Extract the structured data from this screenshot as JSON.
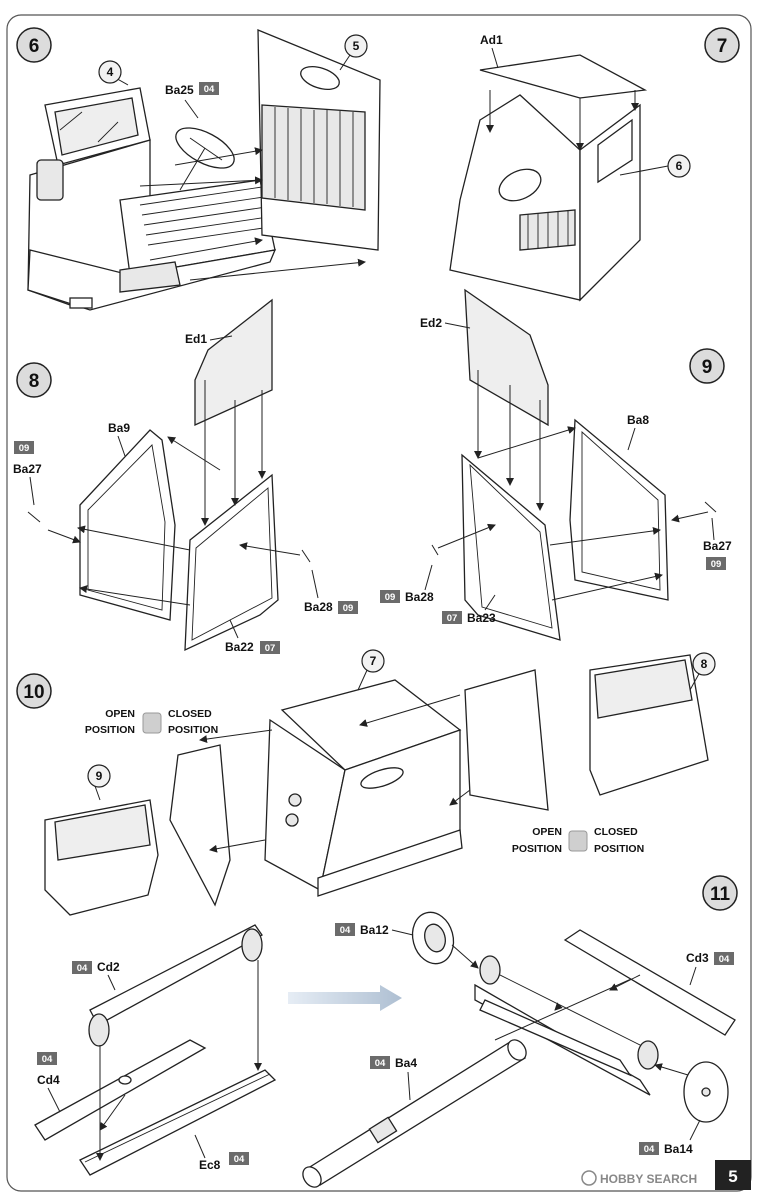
{
  "page": {
    "page_number": "5",
    "watermark": "HOBBY SEARCH",
    "colors": {
      "tag_bg": "#6b6b6b",
      "border": "#555555",
      "step_circle": "#dcdcdc",
      "callout_circle": "#f2f2f2"
    }
  },
  "steps": [
    {
      "number": "6",
      "labels": {
        "seat_ref": "Ba25",
        "seat_tag": "04"
      },
      "callouts": [
        "4",
        "5"
      ]
    },
    {
      "number": "7",
      "labels": {
        "roof": "Ad1"
      },
      "callouts": [
        "6"
      ]
    },
    {
      "number": "8",
      "labels": {
        "glass": "Ed1",
        "frame": "Ba9",
        "handle_tag": "09",
        "handle": "Ba27",
        "inner_handle": "Ba28",
        "inner_handle_tag": "09",
        "door": "Ba22",
        "door_tag": "07"
      }
    },
    {
      "number": "9",
      "labels": {
        "glass": "Ed2",
        "frame": "Ba8",
        "handle": "Ba27",
        "handle_tag": "09",
        "inner_handle_tag": "09",
        "inner_handle": "Ba28",
        "door_tag": "07",
        "door": "Ba23"
      }
    },
    {
      "number": "10",
      "callouts": [
        "7",
        "8",
        "9"
      ],
      "legend_left": {
        "open": "OPEN\nPOSITION",
        "closed": "CLOSED\nPOSITION"
      },
      "legend_right": {
        "open": "OPEN\nPOSITION",
        "closed": "CLOSED\nPOSITION"
      }
    },
    {
      "number": "11",
      "labels": {
        "drum_tag": "04",
        "drum": "Ba12",
        "arm_tag": "04",
        "arm": "Cd2",
        "plate_right": "Cd3",
        "plate_right_tag": "04",
        "plate_left_tag": "04",
        "plate_left": "Cd4",
        "axle_tag": "04",
        "axle": "Ba4",
        "beam": "Ec8",
        "beam_tag": "04",
        "wheel_tag": "04",
        "wheel": "Ba14"
      }
    }
  ]
}
